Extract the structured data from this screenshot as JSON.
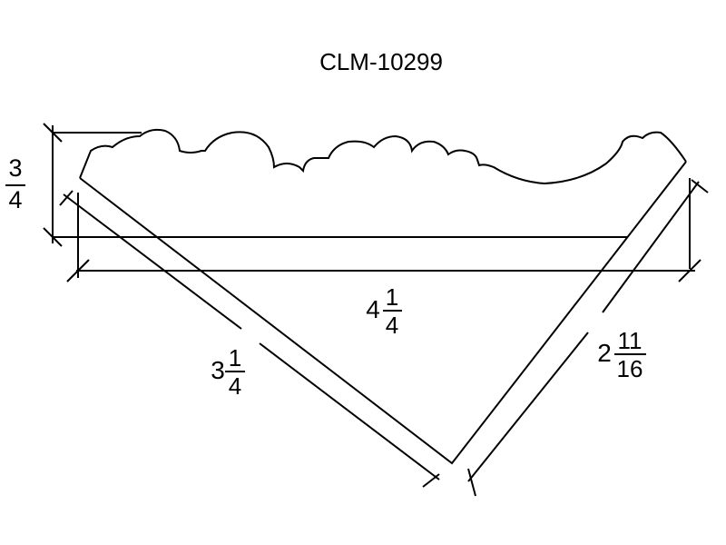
{
  "drawing": {
    "title": "CLM-10299"
  },
  "dimensions": {
    "thickness": {
      "numerator": "3",
      "denominator": "4"
    },
    "width": {
      "whole": "4",
      "numerator": "1",
      "denominator": "4"
    },
    "left_face": {
      "whole": "3",
      "numerator": "1",
      "denominator": "4"
    },
    "right_face": {
      "whole": "2",
      "numerator": "11",
      "denominator": "16"
    }
  },
  "colors": {
    "line": "#000000",
    "background": "#ffffff"
  }
}
